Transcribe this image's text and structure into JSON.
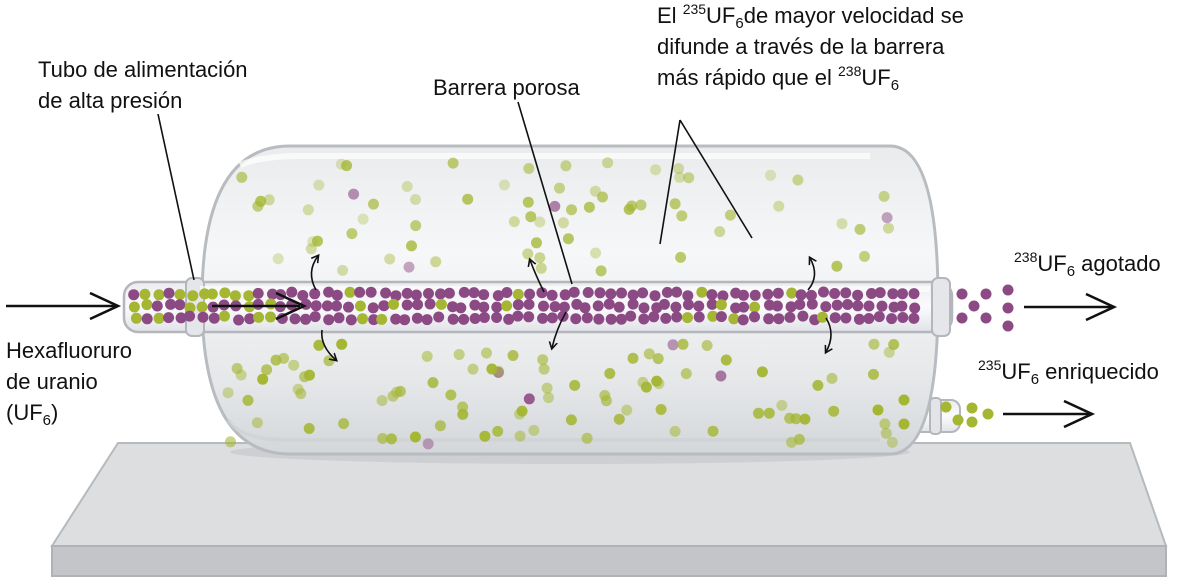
{
  "labels": {
    "feed_tube": [
      "Tubo de alimentación",
      "de alta presión"
    ],
    "barrier": "Barrera porosa",
    "fast": {
      "line1_pre": "El ",
      "line1_sup": "235",
      "line1_main": "UF",
      "line1_sub": "6",
      "line1_post": "de mayor velocidad se",
      "line2": "difunde a través de la barrera",
      "line3_pre": "más rápido que el ",
      "line3_sup": "238",
      "line3_main": "UF",
      "line3_sub": "6"
    },
    "input": {
      "line1": "Hexafluoruro",
      "line2": "de uranio",
      "line3_pre": "(UF",
      "line3_sub": "6",
      "line3_post": ")"
    },
    "depleted": {
      "sup": "238",
      "main": "UF",
      "sub": "6",
      "post": " agotado"
    },
    "enriched": {
      "sup": "235",
      "main": "UF",
      "sub": "6",
      "post": " enriquecido"
    }
  },
  "colors": {
    "light_isotope": "#a4b632",
    "heavy_isotope": "#8c4a84",
    "cylinder": "#e4e7ea",
    "base": "#d8dadc"
  }
}
